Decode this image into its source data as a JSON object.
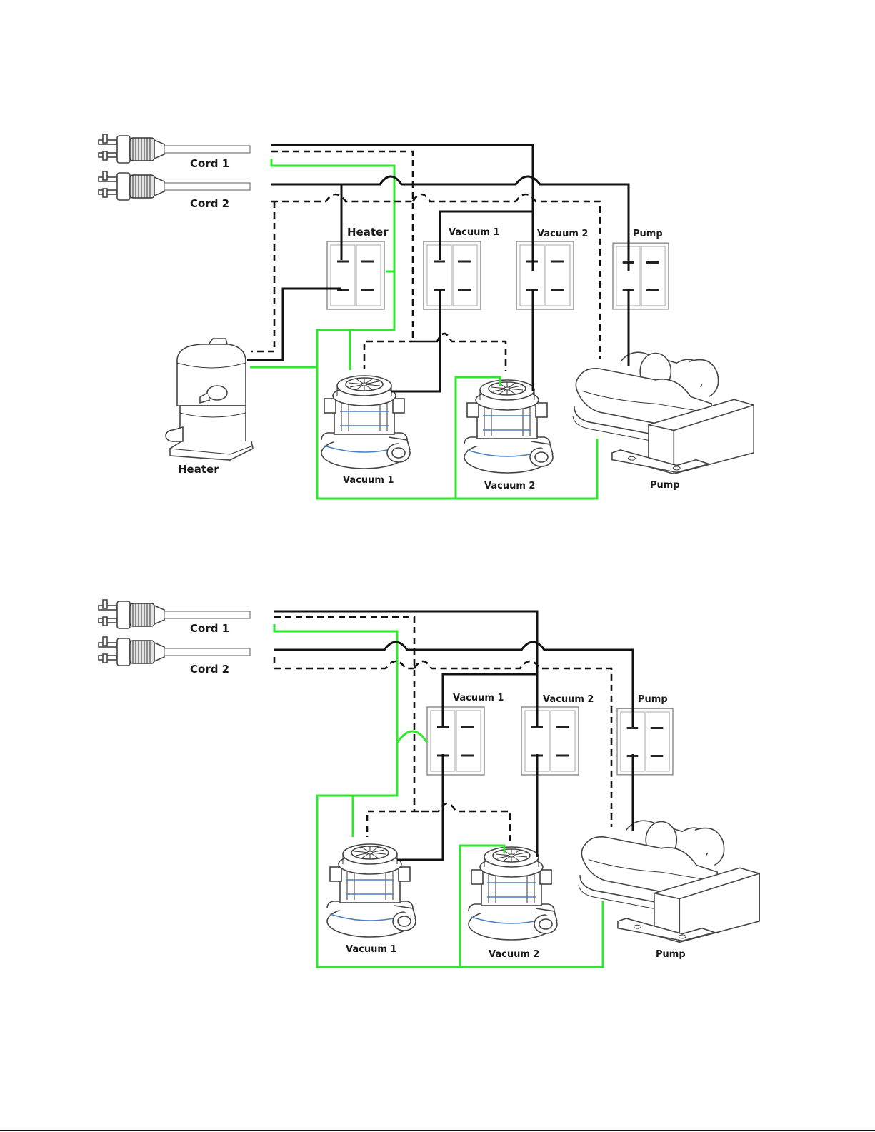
{
  "diagrams": [
    {
      "cords": [
        "Cord 1",
        "Cord 2"
      ],
      "switches": [
        "Heater",
        "Vacuum 1",
        "Vacuum 2",
        "Pump"
      ],
      "components": [
        "Heater",
        "Vacuum 1",
        "Vacuum 2",
        "Pump"
      ]
    },
    {
      "cords": [
        "Cord 1",
        "Cord 2"
      ],
      "switches": [
        "Vacuum 1",
        "Vacuum 2",
        "Pump"
      ],
      "components": [
        "Vacuum 1",
        "Vacuum 2",
        "Pump"
      ]
    }
  ],
  "colors": {
    "hot_wire": "#111111",
    "neutral_wire": "#111111",
    "ground_wire": "#2ee82e"
  }
}
